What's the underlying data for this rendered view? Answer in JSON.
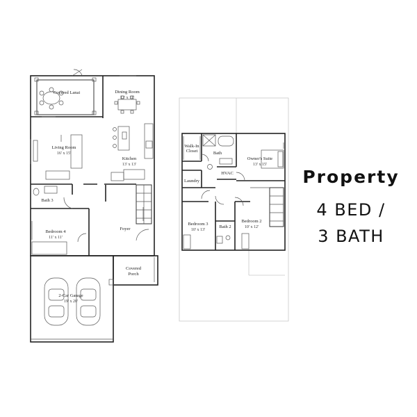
{
  "headline": "Property",
  "summary": {
    "line1": "4 BED /",
    "line2": "3 BATH"
  },
  "first_floor": {
    "rooms": [
      {
        "name": "Covered Lanai",
        "dim": ""
      },
      {
        "name": "Dining Room",
        "dim": "13' x 11'"
      },
      {
        "name": "Living Room",
        "dim": "16' x 15'"
      },
      {
        "name": "Kitchen",
        "dim": "13' x 13'"
      },
      {
        "name": "Bath 3",
        "dim": ""
      },
      {
        "name": "Bedroom 4",
        "dim": "11' x 11'"
      },
      {
        "name": "Foyer",
        "dim": ""
      },
      {
        "name": "Covered Porch",
        "dim": ""
      },
      {
        "name": "2-Car Garage",
        "dim": "19' x 20'"
      }
    ]
  },
  "second_floor": {
    "rooms": [
      {
        "name": "Walk-In Closet",
        "dim": ""
      },
      {
        "name": "Bath",
        "dim": ""
      },
      {
        "name": "Owner's Suite",
        "dim": "13' x 15'"
      },
      {
        "name": "HVAC",
        "dim": ""
      },
      {
        "name": "Laundry",
        "dim": ""
      },
      {
        "name": "Bedroom 3",
        "dim": "10' x 13'"
      },
      {
        "name": "Bath 2",
        "dim": ""
      },
      {
        "name": "Bedroom 2",
        "dim": "10' x 12'"
      }
    ]
  }
}
